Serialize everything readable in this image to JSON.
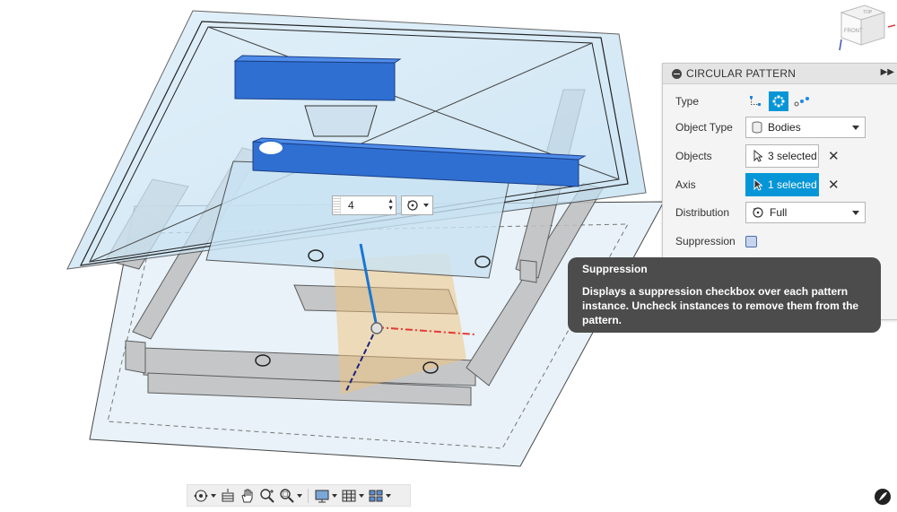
{
  "panel": {
    "title": "CIRCULAR PATTERN",
    "rows": {
      "type": {
        "label": "Type",
        "options": [
          "faces-icon",
          "bodies-pattern-icon",
          "features-icon"
        ],
        "selected_index": 1
      },
      "object_type": {
        "label": "Object Type",
        "value": "Bodies"
      },
      "objects": {
        "label": "Objects",
        "value": "3 selected"
      },
      "axis": {
        "label": "Axis",
        "value": "1 selected"
      },
      "distribution": {
        "label": "Distribution",
        "value": "Full"
      },
      "suppression": {
        "label": "Suppression",
        "checked": false
      }
    }
  },
  "tooltip": {
    "title": "Suppression",
    "body": "Displays a suppression checkbox over each pattern instance. Uncheck instances to remove them from the pattern."
  },
  "count_input": {
    "value": "4"
  },
  "viewcube": {
    "top_label": "TOP",
    "front_label": "FRONT"
  },
  "toolbar": {
    "items": [
      "orbit-icon",
      "look-at-icon",
      "pan-icon",
      "zoom-icon",
      "zoom-window-icon",
      "display-settings-icon",
      "grid-icon",
      "viewports-icon"
    ]
  },
  "colors": {
    "accent": "#0696d7",
    "selected_body": "#2f6fd1",
    "tooltip_bg": "#4c4c4c"
  }
}
